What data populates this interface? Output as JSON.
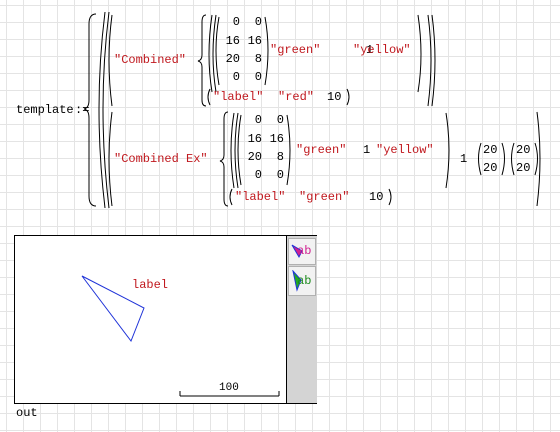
{
  "template": {
    "name": "template",
    "assign_symbol": ":=",
    "rows": [
      {
        "label": "\"Combined\"",
        "matrix": [
          [
            "0",
            "0"
          ],
          [
            "16",
            "16"
          ],
          [
            "20",
            "8"
          ],
          [
            "0",
            "0"
          ]
        ],
        "fill_color": "\"green\"",
        "alpha": "1",
        "edge_color": "\"yellow\"",
        "sub_label": "\"label\"",
        "sub_color": "\"red\"",
        "sub_size": "10",
        "extra": null
      },
      {
        "label": "\"Combined Ex\"",
        "matrix": [
          [
            "0",
            "0"
          ],
          [
            "16",
            "16"
          ],
          [
            "20",
            "8"
          ],
          [
            "0",
            "0"
          ]
        ],
        "fill_color": "\"green\"",
        "alpha": "1",
        "edge_color": "\"yellow\"",
        "sub_label": "\"label\"",
        "sub_color": "\"green\"",
        "sub_size": "10",
        "extra": {
          "scale": "1",
          "vec1": [
            "20",
            "20"
          ],
          "vec2": [
            "20",
            "20"
          ]
        }
      }
    ]
  },
  "output": {
    "name": "out",
    "plot_label": "label",
    "scalebar_label": "100",
    "tools": [
      {
        "name": "tool-combined",
        "text": "ab",
        "text_color": "#d02090"
      },
      {
        "name": "tool-combined-ex",
        "text": "ab",
        "text_color": "#1a8a1a"
      }
    ]
  },
  "colors": {
    "string": "#c0181e",
    "triangle": "#1f33d8",
    "plot_label": "#c0181e",
    "grid": "#e4e4e4"
  }
}
